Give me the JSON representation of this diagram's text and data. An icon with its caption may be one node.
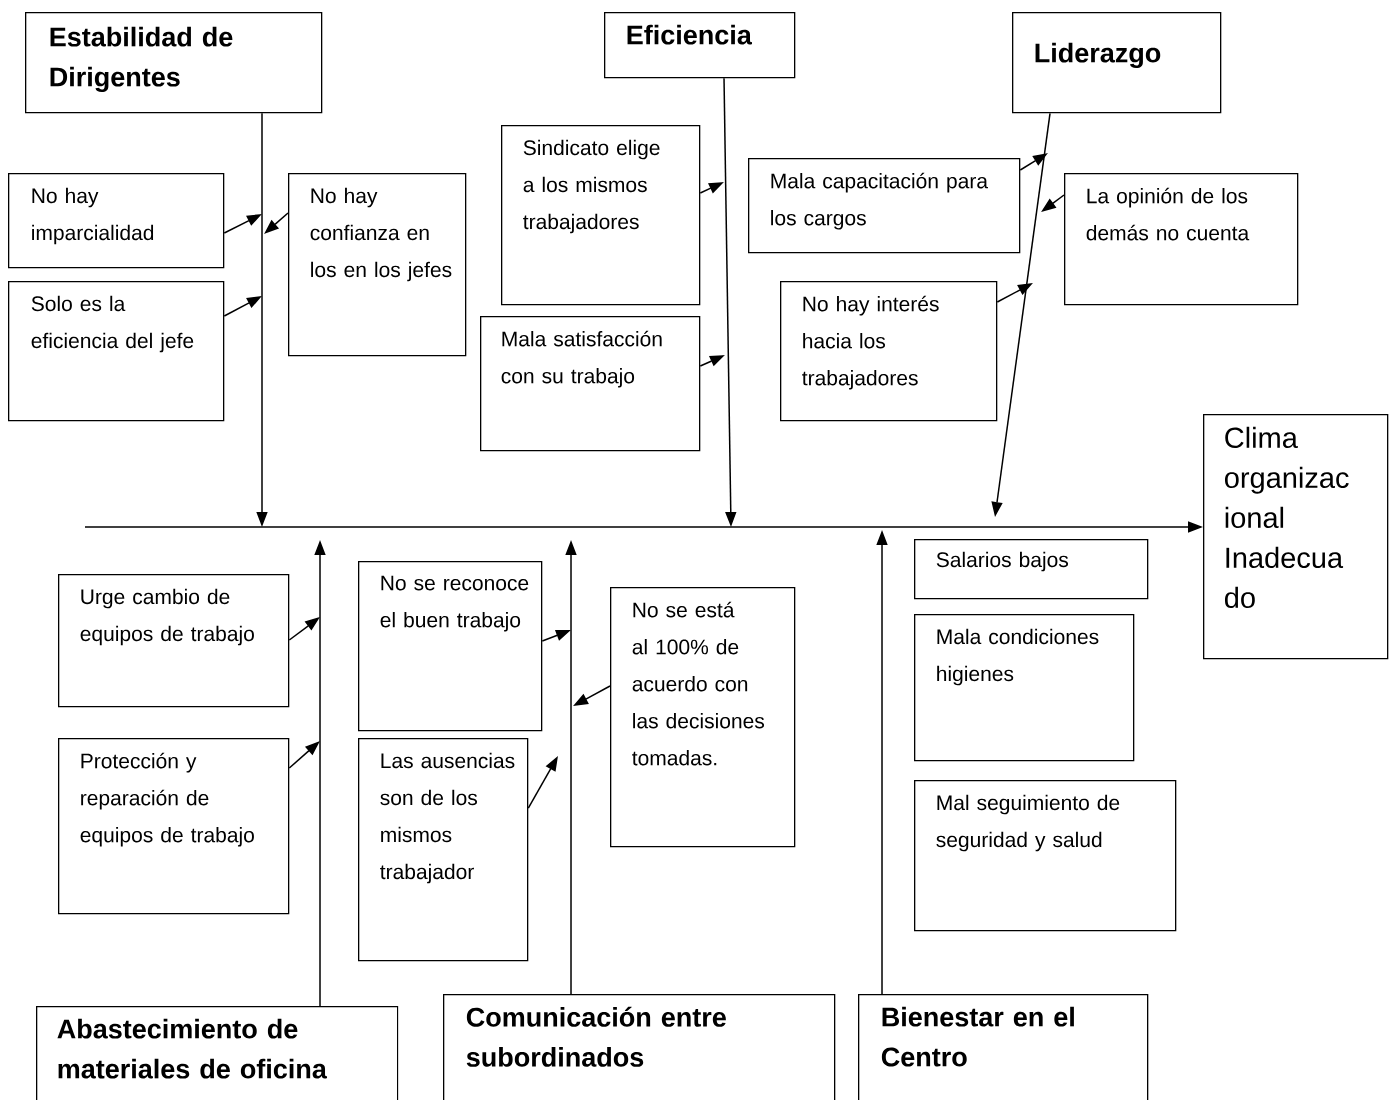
{
  "diagram": {
    "nodes": [
      {
        "text": [
          "Estabilidad de Dirigentes"
        ]
      },
      {
        "text": [
          "Eficiencia"
        ]
      },
      {
        "text": [
          "Liderazgo"
        ]
      },
      {
        "text": [
          "No hay imparcialidad"
        ]
      },
      {
        "text": [
          "Solo es la eficiencia del jefe"
        ]
      },
      {
        "text": [
          "No hay confianza en los en los jefes"
        ]
      },
      {
        "text": [
          "Sindicato elige a los mismos trabajadores"
        ]
      },
      {
        "text": [
          "Mala satisfacción con su trabajo"
        ]
      },
      {
        "text": [
          "Mala capacitación para los cargos"
        ]
      },
      {
        "text": [
          "No hay interés hacia los trabajadores"
        ]
      },
      {
        "text": [
          "La opinión de los demás no cuenta"
        ]
      },
      {
        "text": [
          "Clima organizac ional Inadecua do"
        ]
      },
      {
        "text": [
          "Urge cambio de equipos de trabajo"
        ]
      },
      {
        "text": [
          "Protección y reparación de equipos de trabajo"
        ]
      },
      {
        "text": [
          "No se reconoce el buen trabajo"
        ]
      },
      {
        "text": [
          "Las ausencias son de los mismos trabajador"
        ]
      },
      {
        "text": [
          "No se está al 100% de acuerdo con las decisiones tomadas."
        ]
      },
      {
        "text": [
          "Salarios bajos"
        ]
      },
      {
        "text": [
          "Mala condiciones higienes"
        ]
      },
      {
        "text": [
          "Mal seguimiento de seguridad y salud"
        ]
      },
      {
        "text": [
          "Abastecimiento de materiales de oficina"
        ]
      },
      {
        "text": [
          "Comunicación entre subordinados"
        ]
      },
      {
        "text": [
          "Bienestar en el Centro"
        ]
      }
    ],
    "edges": [
      {
        "from": null,
        "to": 11,
        "arrow": "to"
      },
      {
        "from": 0,
        "to": null,
        "arrow": "to"
      },
      {
        "from": 1,
        "to": null,
        "arrow": "to"
      },
      {
        "from": 2,
        "to": null,
        "arrow": "to"
      },
      {
        "from": 3,
        "to": null,
        "arrow": "to"
      },
      {
        "from": 4,
        "to": null,
        "arrow": "to"
      },
      {
        "from": 5,
        "to": null,
        "arrow": "to"
      },
      {
        "from": 6,
        "to": null,
        "arrow": "to"
      },
      {
        "from": 7,
        "to": null,
        "arrow": "to"
      },
      {
        "from": 8,
        "to": null,
        "arrow": "to"
      },
      {
        "from": 10,
        "to": null,
        "arrow": "to"
      },
      {
        "from": 9,
        "to": null,
        "arrow": "to"
      },
      {
        "from": 20,
        "to": null,
        "arrow": "to"
      },
      {
        "from": 21,
        "to": null,
        "arrow": "to"
      },
      {
        "from": 22,
        "to": null,
        "arrow": "to"
      },
      {
        "from": 12,
        "to": null,
        "arrow": "to"
      },
      {
        "from": 13,
        "to": null,
        "arrow": "to"
      },
      {
        "from": 14,
        "to": null,
        "arrow": "to"
      },
      {
        "from": 16,
        "to": null,
        "arrow": "to"
      },
      {
        "from": 15,
        "to": null,
        "arrow": "to"
      }
    ]
  }
}
